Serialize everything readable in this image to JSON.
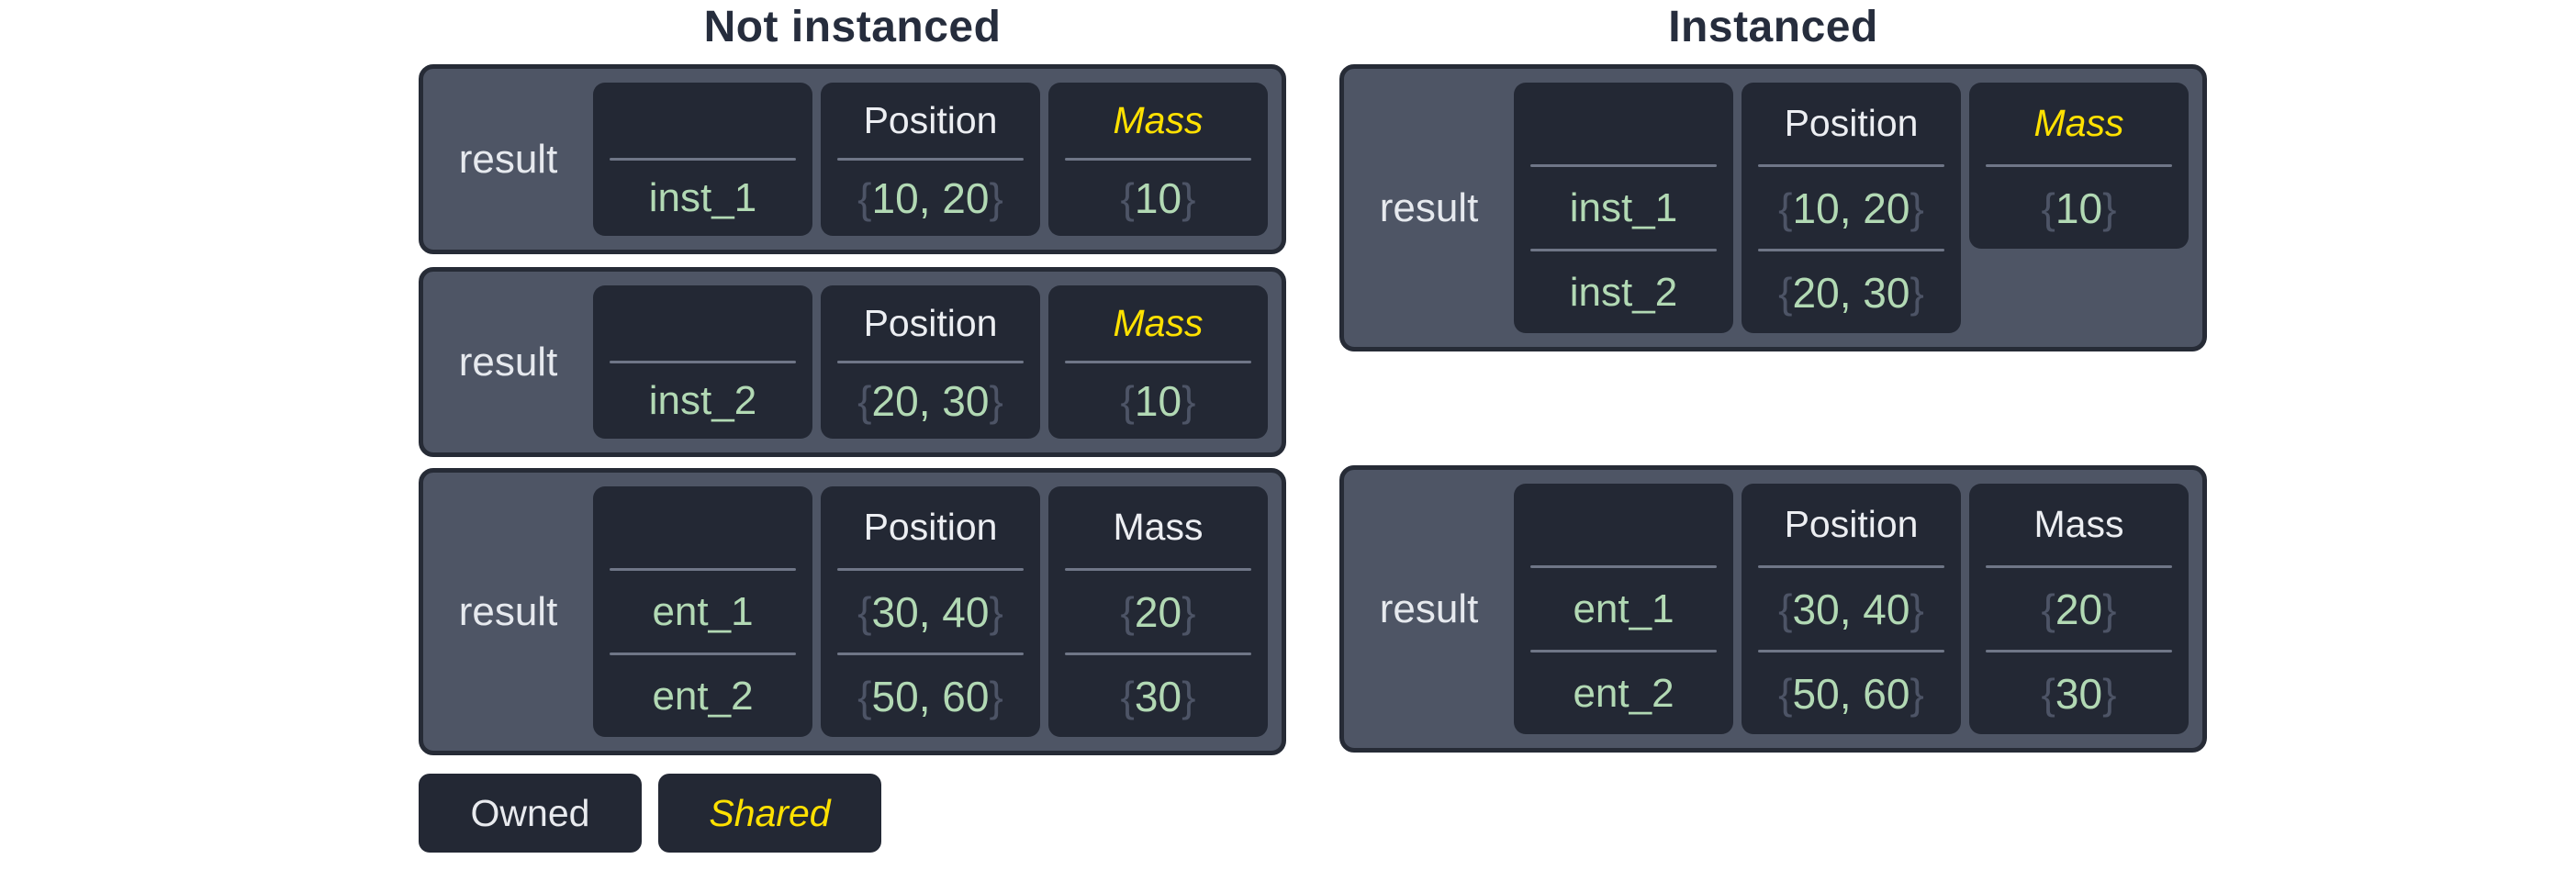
{
  "titles": {
    "not_instanced": "Not instanced",
    "instanced": "Instanced"
  },
  "glyphs": {
    "brace_open": "{",
    "brace_close": "}"
  },
  "colors": {
    "box_background": "#4e5565",
    "box_border": "#262b36",
    "cell_background": "#232834",
    "title_text": "#262d3d",
    "result_text": "#e6e9ee",
    "header_text": "#eceef2",
    "shared_yellow": "#ffe100",
    "value_green": "#b2d9b4",
    "brace_gray": "#4d5466",
    "divider_gray": "#6f7687"
  },
  "boxes": {
    "not_inst_1": {
      "result": "result",
      "position_header": "Position",
      "mass_header": "Mass",
      "rows": [
        {
          "entity": "inst_1",
          "position": "10, 20",
          "mass": "10"
        }
      ]
    },
    "not_inst_2": {
      "result": "result",
      "position_header": "Position",
      "mass_header": "Mass",
      "rows": [
        {
          "entity": "inst_2",
          "position": "20, 30",
          "mass": "10"
        }
      ]
    },
    "not_ent": {
      "result": "result",
      "position_header": "Position",
      "mass_header": "Mass",
      "rows": [
        {
          "entity": "ent_1",
          "position": "30, 40",
          "mass": "20"
        },
        {
          "entity": "ent_2",
          "position": "50, 60",
          "mass": "30"
        }
      ]
    },
    "inst": {
      "result": "result",
      "position_header": "Position",
      "mass_header": "Mass",
      "mass_value": "10",
      "rows": [
        {
          "entity": "inst_1",
          "position": "10, 20"
        },
        {
          "entity": "inst_2",
          "position": "20, 30"
        }
      ]
    },
    "inst_ent": {
      "result": "result",
      "position_header": "Position",
      "mass_header": "Mass",
      "rows": [
        {
          "entity": "ent_1",
          "position": "30, 40",
          "mass": "20"
        },
        {
          "entity": "ent_2",
          "position": "50, 60",
          "mass": "30"
        }
      ]
    }
  },
  "legend": {
    "owned": "Owned",
    "shared": "Shared"
  }
}
